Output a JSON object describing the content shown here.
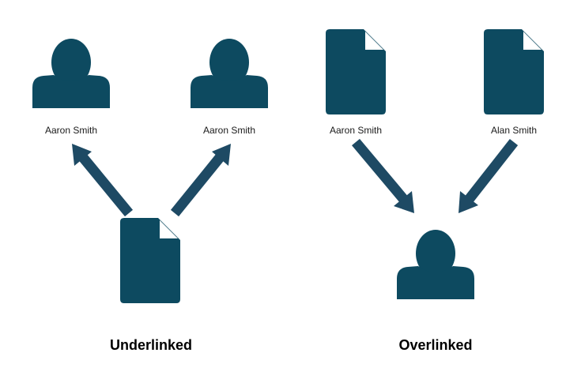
{
  "colors": {
    "icon": "#0d4a60",
    "arrow": "#1e4a64"
  },
  "underlinked": {
    "caption": "Underlinked",
    "person_left": {
      "icon": "person-icon",
      "label": "Aaron Smith"
    },
    "person_right": {
      "icon": "person-icon",
      "label": "Aaron Smith"
    },
    "record": {
      "icon": "document-icon"
    }
  },
  "overlinked": {
    "caption": "Overlinked",
    "doc_left": {
      "icon": "document-icon",
      "label": "Aaron Smith"
    },
    "doc_right": {
      "icon": "document-icon",
      "label": "Alan Smith"
    },
    "person": {
      "icon": "person-icon"
    }
  }
}
